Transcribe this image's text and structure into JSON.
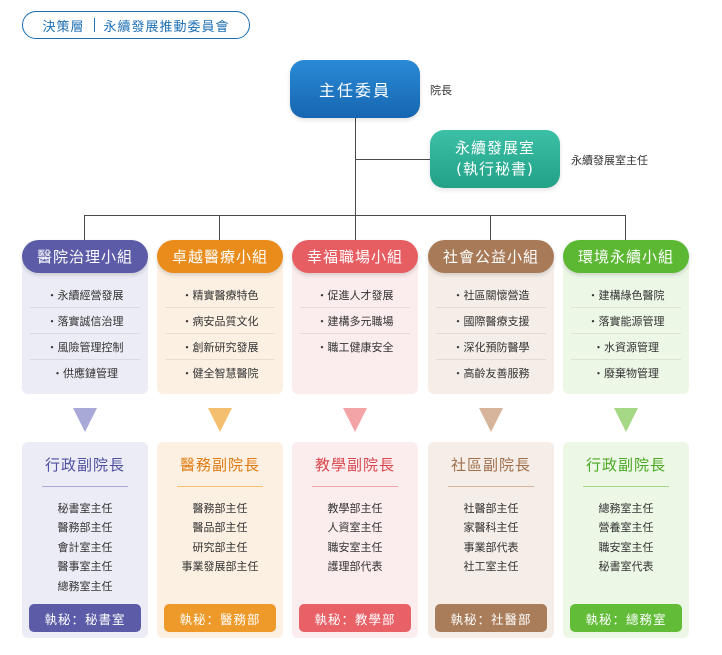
{
  "header": {
    "left": "決策層",
    "right": "永續發展推動委員會"
  },
  "chair": {
    "title": "主任委員",
    "note": "院長"
  },
  "office": {
    "line1": "永續發展室",
    "line2": "(執行秘書)",
    "note": "永續發展室主任"
  },
  "columns": [
    {
      "group": "醫院治理小組",
      "items": [
        "・永續經營發展",
        "・落實誠信治理",
        "・風險管理控制",
        "・供應鏈管理"
      ],
      "vp": "行政副院長",
      "members": [
        "秘書室主任",
        "醫務部主任",
        "會計室主任",
        "醫事室主任",
        "總務室主任"
      ],
      "secretary": "執秘：秘書室",
      "colors": {
        "head": "#5b5ba8",
        "panel": "#ececf6",
        "tri": "#a9a9d8",
        "title": "#4f4fa0",
        "button": "#5b5ba8"
      }
    },
    {
      "group": "卓越醫療小組",
      "items": [
        "・精實醫療特色",
        "・病安品質文化",
        "・創新研究發展",
        "・健全智慧醫院"
      ],
      "vp": "醫務副院長",
      "members": [
        "醫務部主任",
        "醫品部主任",
        "研究部主任",
        "事業發展部主任"
      ],
      "secretary": "執秘：醫務部",
      "colors": {
        "head": "#e98c1c",
        "panel": "#fcf0e3",
        "tri": "#f4c070",
        "title": "#e07a10",
        "button": "#ee9a2a"
      }
    },
    {
      "group": "幸福職場小組",
      "items": [
        "・促進人才發展",
        "・建構多元職場",
        "・職工健康安全"
      ],
      "vp": "教學副院長",
      "members": [
        "教學部主任",
        "人資室主任",
        "職安室主任",
        "護理部代表"
      ],
      "secretary": "執秘：教學部",
      "colors": {
        "head": "#e65d62",
        "panel": "#fbeced",
        "tri": "#f3a4a7",
        "title": "#d9484e",
        "button": "#e86166"
      }
    },
    {
      "group": "社會公益小組",
      "items": [
        "・社區關懷營造",
        "・國際醫療支援",
        "・深化預防醫學",
        "・高齡友善服務"
      ],
      "vp": "社區副院長",
      "members": [
        "社醫部主任",
        "家醫科主任",
        "事業部代表",
        "社工室主任"
      ],
      "secretary": "執秘：社醫部",
      "colors": {
        "head": "#a87a57",
        "panel": "#f5ede7",
        "tri": "#d6b59c",
        "title": "#a0704c",
        "button": "#a97c5a"
      }
    },
    {
      "group": "環境永續小組",
      "items": [
        "・建構綠色醫院",
        "・落實能源管理",
        "・水資源管理",
        "・廢棄物管理"
      ],
      "vp": "行政副院長",
      "members": [
        "總務室主任",
        "營養室主任",
        "職安室主任",
        "秘書室代表"
      ],
      "secretary": "執秘：總務室",
      "colors": {
        "head": "#5cb832",
        "panel": "#edf7e6",
        "tri": "#a5d986",
        "title": "#4aa824",
        "button": "#62bc38"
      }
    }
  ]
}
